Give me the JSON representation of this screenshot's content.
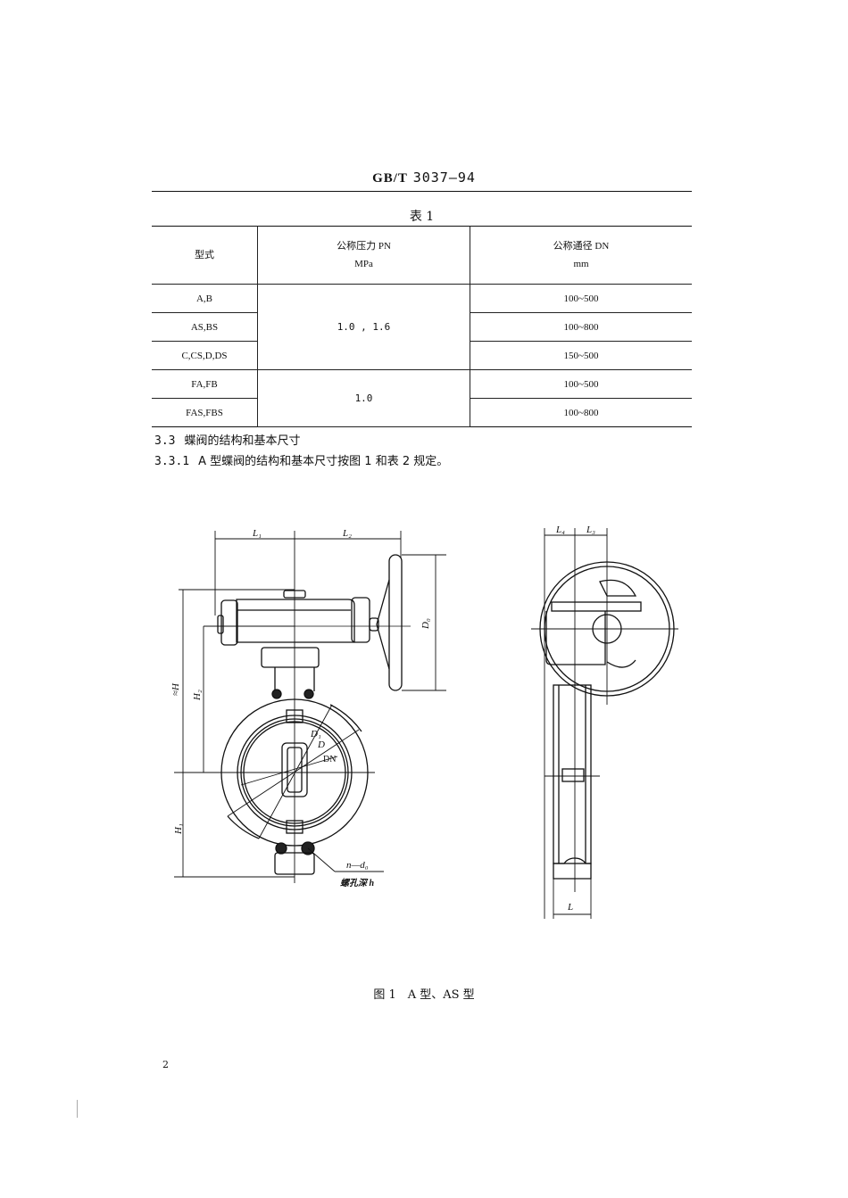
{
  "header": {
    "standard_prefix": "GB/T",
    "standard_number": "3037—94"
  },
  "table1": {
    "title": "表 1",
    "columns": [
      {
        "label": "型式",
        "unit": ""
      },
      {
        "label": "公称压力 PN",
        "unit": "MPa"
      },
      {
        "label": "公称通径 DN",
        "unit": "mm"
      }
    ],
    "rows": [
      {
        "type": "A,B",
        "pn": "1.0 , 1.6",
        "dn": "100~500"
      },
      {
        "type": "AS,BS",
        "pn": "1.0 , 1.6",
        "dn": "100~800"
      },
      {
        "type": "C,CS,D,DS",
        "pn": "1.0 , 1.6",
        "dn": "150~500"
      },
      {
        "type": "FA,FB",
        "pn": "1.0",
        "dn": "100~500"
      },
      {
        "type": "FAS,FBS",
        "pn": "1.0",
        "dn": "100~800"
      }
    ],
    "pn_groups": [
      {
        "value": "1.0 , 1.6",
        "rowspan": 3
      },
      {
        "value": "1.0",
        "rowspan": 2
      }
    ]
  },
  "sections": [
    {
      "number": "3.3",
      "text": "蝶阀的结构和基本尺寸"
    },
    {
      "number": "3.3.1",
      "text": "A 型蝶阀的结构和基本尺寸按图 1 和表 2 规定。"
    }
  ],
  "figure": {
    "caption": "图 1　A 型、AS 型",
    "labels": {
      "L1": "L₁",
      "L2": "L₂",
      "L3": "L₃",
      "L4": "L₄",
      "L": "L",
      "D0": "D₀",
      "H": "≈H",
      "H1": "H₁",
      "H2": "H₂",
      "D1": "D₁",
      "D": "D",
      "DN": "DN",
      "bolt": "n—d₀",
      "thread_depth": "螺孔深 h"
    }
  },
  "footer": {
    "page_number": "2"
  }
}
